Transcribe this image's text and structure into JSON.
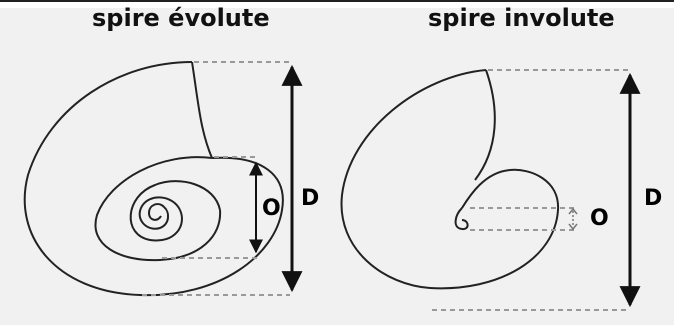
{
  "titles": {
    "left": "spire évolute",
    "right": "spire involute"
  },
  "labels": {
    "evolute_umbilicus": "O",
    "evolute_diameter": "D",
    "involute_umbilicus": "O",
    "involute_diameter": "D"
  },
  "colors": {
    "stroke": "#222222",
    "dashed_guide": "#999999",
    "panel_background": "#f1f1f1"
  }
}
